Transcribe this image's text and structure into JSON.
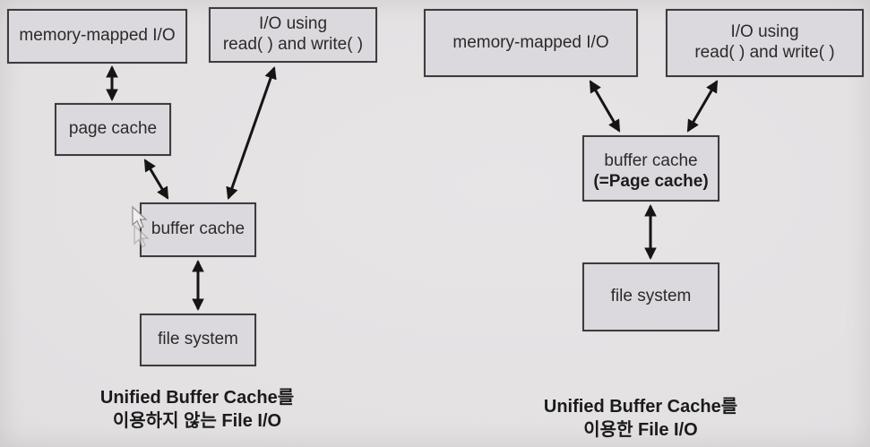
{
  "slide": {
    "type": "os-lecture-diagram",
    "colors": {
      "background": "#e2e0e1",
      "box_fill": "#dcd9de",
      "box_border": "#3d3d3d",
      "text": "#2a2a2a",
      "arrow": "#151515"
    },
    "icons": {
      "cursor": "mouse-pointer-arrow"
    },
    "left_diagram": {
      "boxes": {
        "memory_mapped_io": "memory-mapped I/O",
        "io_using_line1": "I/O using",
        "io_using_line2": "read( ) and write( )",
        "page_cache": "page cache",
        "buffer_cache": "buffer cache",
        "file_system": "file system"
      },
      "caption_line1": "Unified Buffer Cache를",
      "caption_line2": "이용하지 않는 File I/O"
    },
    "right_diagram": {
      "boxes": {
        "memory_mapped_io": "memory-mapped I/O",
        "io_using_line1": "I/O using",
        "io_using_line2": "read( ) and write( )",
        "buffer_cache_line1": "buffer cache",
        "buffer_cache_line2": "(=Page cache)",
        "file_system": "file system"
      },
      "caption_line1": "Unified Buffer Cache를",
      "caption_line2": "이용한 File I/O"
    }
  }
}
